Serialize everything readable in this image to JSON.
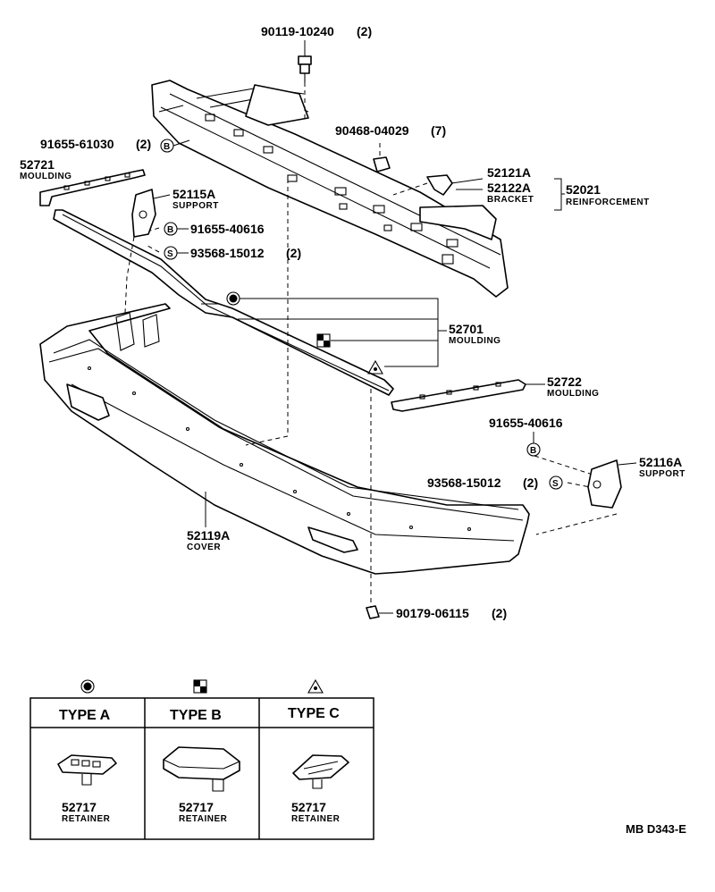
{
  "parts": {
    "bolt_top": {
      "number": "90119-10240",
      "qty": "(2)"
    },
    "clip_7": {
      "number": "90468-04029",
      "qty": "(7)"
    },
    "bolt_b_left": {
      "number": "91655-61030",
      "qty": "(2)",
      "symbol": "B"
    },
    "moulding_left": {
      "number": "52721",
      "name": "MOULDING"
    },
    "support_left": {
      "number": "52115A",
      "name": "SUPPORT"
    },
    "bolt_b_sup_left": {
      "number": "91655-40616",
      "symbol": "B"
    },
    "screw_s_left": {
      "number": "93568-15012",
      "qty": "(2)",
      "symbol": "S"
    },
    "bracket_1": {
      "number": "52121A"
    },
    "bracket_2": {
      "number": "52122A",
      "name": "BRACKET"
    },
    "reinforcement": {
      "number": "52021",
      "name": "REINFORCEMENT"
    },
    "moulding_center": {
      "number": "52701",
      "name": "MOULDING"
    },
    "moulding_right": {
      "number": "52722",
      "name": "MOULDING"
    },
    "bolt_b_right": {
      "number": "91655-40616",
      "symbol": "B"
    },
    "support_right": {
      "number": "52116A",
      "name": "SUPPORT"
    },
    "screw_s_right": {
      "number": "93568-15012",
      "qty": "(2)",
      "symbol": "S"
    },
    "cover": {
      "number": "52119A",
      "name": "COVER"
    },
    "clip_bottom": {
      "number": "90179-06115",
      "qty": "(2)"
    }
  },
  "retainer_table": {
    "columns": [
      {
        "type": "TYPE A",
        "symbol": "circle-dot",
        "number": "52717",
        "name": "RETAINER"
      },
      {
        "type": "TYPE B",
        "symbol": "checker-square",
        "number": "52717",
        "name": "RETAINER"
      },
      {
        "type": "TYPE C",
        "symbol": "triangle-dot",
        "number": "52717",
        "name": "RETAINER"
      }
    ]
  },
  "diagram_code": "MB D343-E"
}
